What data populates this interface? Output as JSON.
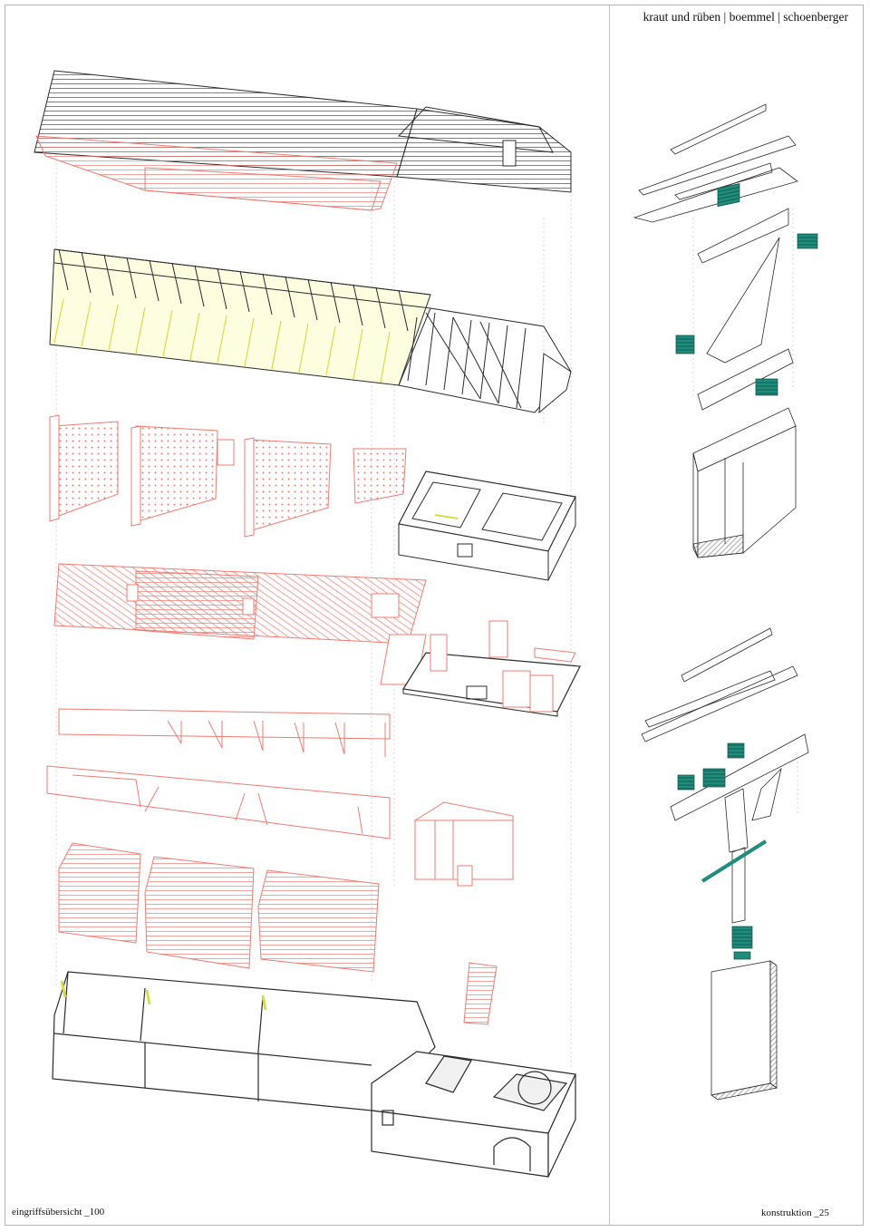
{
  "header": {
    "title": "kraut und rüben | boemmel | schoenberger"
  },
  "footer": {
    "left_label": "eingriffsübersicht _100",
    "right_label": "konstruktion _25"
  },
  "colors": {
    "existing_line": "#2b2b2b",
    "new_red": "#ee7b73",
    "timber_yellow": "#e8ec60",
    "connector_teal": "#1f8c7c",
    "frame_grey": "#b5b5b5"
  },
  "left_panel": {
    "layers": [
      "roof-covering",
      "roof-structure",
      "partition-walls",
      "interior-floors",
      "beam-assembly",
      "gable-frames",
      "base-building"
    ]
  },
  "right_panel": {
    "details": [
      "connection-detail-upper",
      "connection-detail-lower"
    ]
  }
}
